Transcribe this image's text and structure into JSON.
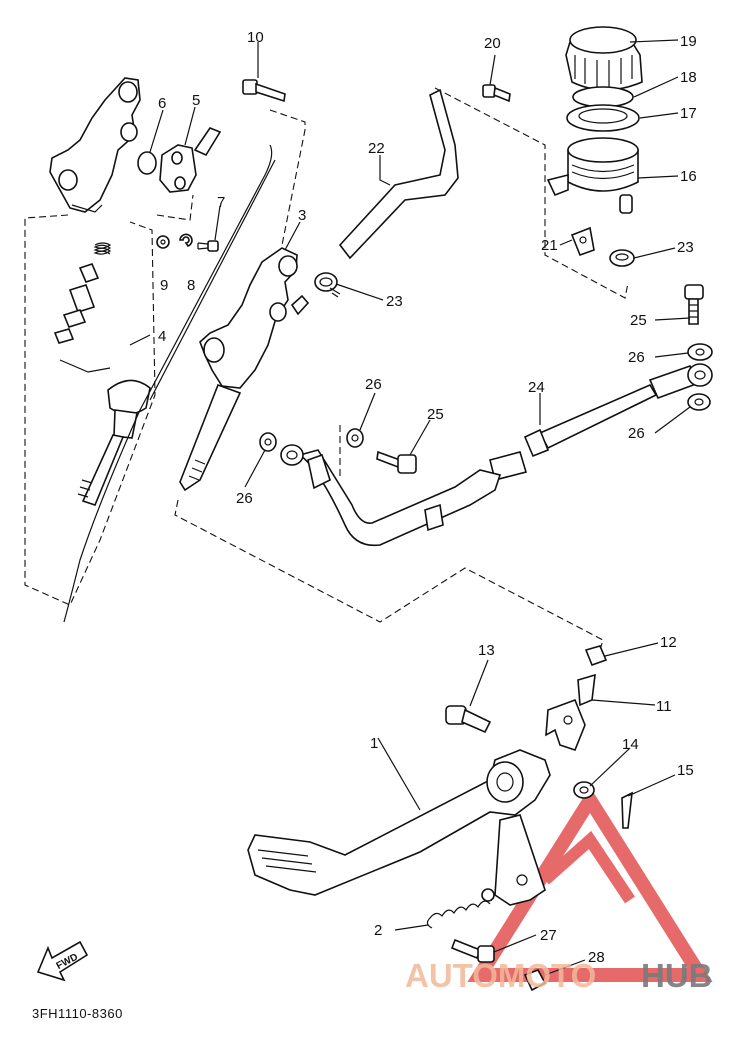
{
  "diagram_code": "3FH1110-8360",
  "direction_label": "FWD",
  "watermark": {
    "part1": "AUTOMOTO",
    "part2": "HUB",
    "color_light": "#f2b99b",
    "color_dark": "#7a7a7a",
    "logo_color": "#e0393a"
  },
  "callouts": [
    {
      "id": "c1",
      "number": "1"
    },
    {
      "id": "c2",
      "number": "2"
    },
    {
      "id": "c3",
      "number": "3"
    },
    {
      "id": "c4",
      "number": "4"
    },
    {
      "id": "c5",
      "number": "5"
    },
    {
      "id": "c6",
      "number": "6"
    },
    {
      "id": "c7",
      "number": "7"
    },
    {
      "id": "c8",
      "number": "8"
    },
    {
      "id": "c9",
      "number": "9"
    },
    {
      "id": "c10",
      "number": "10"
    },
    {
      "id": "c11",
      "number": "11"
    },
    {
      "id": "c12",
      "number": "12"
    },
    {
      "id": "c13",
      "number": "13"
    },
    {
      "id": "c14",
      "number": "14"
    },
    {
      "id": "c15",
      "number": "15"
    },
    {
      "id": "c16",
      "number": "16"
    },
    {
      "id": "c17",
      "number": "17"
    },
    {
      "id": "c18",
      "number": "18"
    },
    {
      "id": "c19",
      "number": "19"
    },
    {
      "id": "c20",
      "number": "20"
    },
    {
      "id": "c21",
      "number": "21"
    },
    {
      "id": "c22",
      "number": "22"
    },
    {
      "id": "c23a",
      "number": "23"
    },
    {
      "id": "c23b",
      "number": "23"
    },
    {
      "id": "c24",
      "number": "24"
    },
    {
      "id": "c25a",
      "number": "25"
    },
    {
      "id": "c25b",
      "number": "25"
    },
    {
      "id": "c26a",
      "number": "26"
    },
    {
      "id": "c26b",
      "number": "26"
    },
    {
      "id": "c26c",
      "number": "26"
    },
    {
      "id": "c26d",
      "number": "26"
    },
    {
      "id": "c27",
      "number": "27"
    },
    {
      "id": "c28",
      "number": "28"
    }
  ]
}
